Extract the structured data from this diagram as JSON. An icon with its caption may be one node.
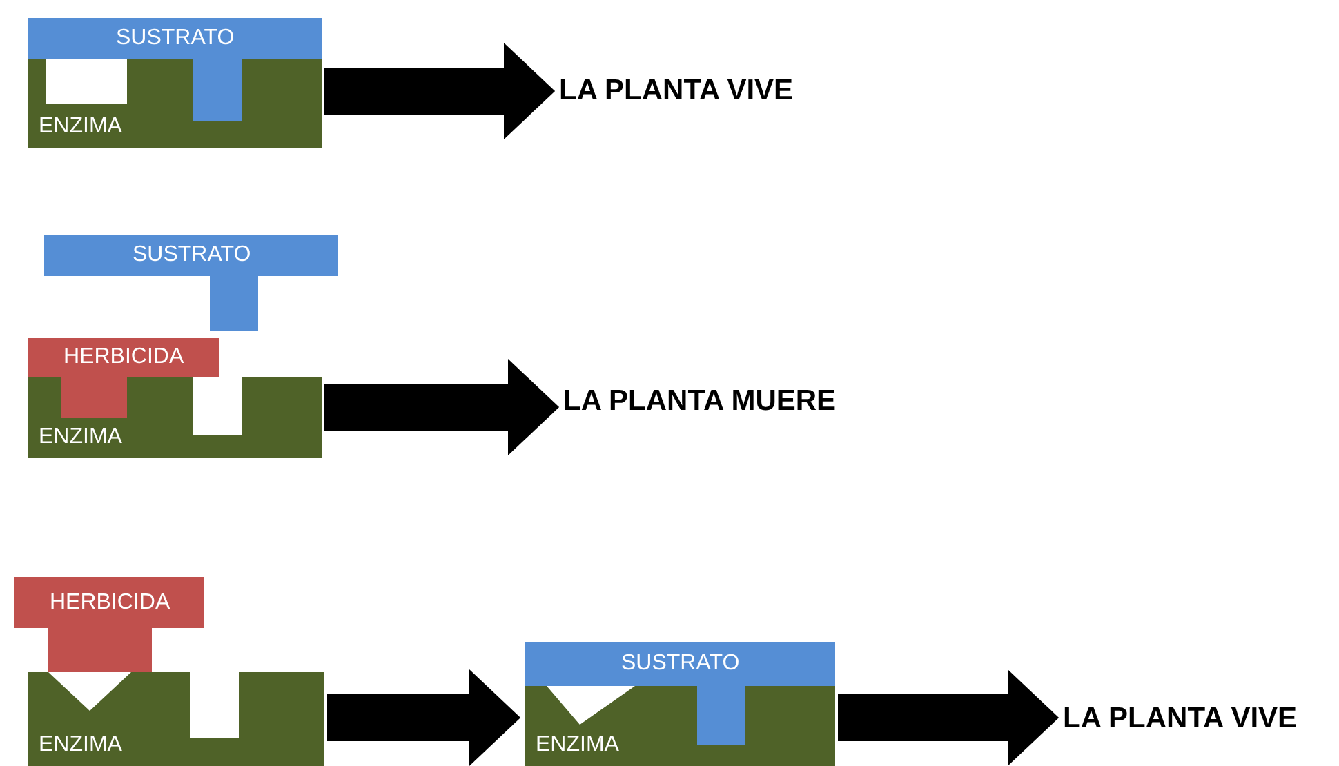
{
  "diagram": {
    "nodes": [
      {
        "text": [
          "SUSTRATO"
        ]
      },
      {
        "text": [
          "ENZIMA"
        ]
      },
      {
        "text": [
          "LA PLANTA VIVE"
        ]
      },
      {
        "text": [
          "SUSTRATO"
        ]
      },
      {
        "text": [
          "HERBICIDA"
        ]
      },
      {
        "text": [
          "ENZIMA"
        ]
      },
      {
        "text": [
          "LA PLANTA MUERE"
        ]
      },
      {
        "text": [
          "HERBICIDA"
        ]
      },
      {
        "text": [
          "ENZIMA"
        ]
      },
      {
        "text": [
          "SUSTRATO"
        ]
      },
      {
        "text": [
          "ENZIMA"
        ]
      },
      {
        "text": [
          "LA PLANTA VIVE"
        ]
      }
    ],
    "edges": [
      {
        "from": 1,
        "to": 2,
        "arrow": "to"
      },
      {
        "from": 5,
        "to": 6,
        "arrow": "to"
      },
      {
        "from": 8,
        "to": 10,
        "arrow": "to"
      },
      {
        "from": 10,
        "to": 11,
        "arrow": "to"
      }
    ]
  }
}
